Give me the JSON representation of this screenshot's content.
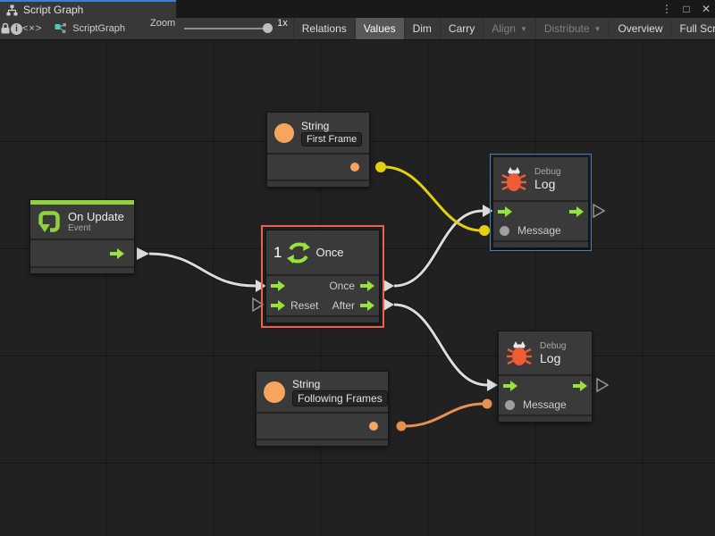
{
  "window": {
    "tab_title": "Script Graph",
    "menu_icon": "⋮",
    "maximize_icon": "□",
    "close_icon": "✕"
  },
  "toolbar": {
    "code_toggle_label": "<×>",
    "graph_name": "ScriptGraph",
    "zoom_label": "Zoom",
    "zoom_value": "1x",
    "dropdown_icon": "▼",
    "buttons": [
      {
        "label": "Relations",
        "active": false,
        "disabled": false
      },
      {
        "label": "Values",
        "active": true,
        "disabled": false
      },
      {
        "label": "Dim",
        "active": false,
        "disabled": false
      },
      {
        "label": "Carry",
        "active": false,
        "disabled": false
      },
      {
        "label": "Align",
        "active": false,
        "disabled": true,
        "dropdown": true
      },
      {
        "label": "Distribute",
        "active": false,
        "disabled": true,
        "dropdown": true
      },
      {
        "label": "Overview",
        "active": false,
        "disabled": false
      },
      {
        "label": "Full Screen",
        "active": false,
        "disabled": false
      }
    ]
  },
  "graph": {
    "nodes": {
      "on_update": {
        "title": "On Update",
        "subtitle": "Event"
      },
      "string_first": {
        "title": "String",
        "value": "First Frame"
      },
      "once": {
        "counter": "1",
        "title": "Once",
        "out_label": "Once",
        "reset_label": "Reset",
        "after_label": "After"
      },
      "debug_log_top": {
        "category": "Debug",
        "title": "Log",
        "message_label": "Message"
      },
      "string_following": {
        "title": "String",
        "value": "Following Frames"
      },
      "debug_log_bottom": {
        "category": "Debug",
        "title": "Log",
        "message_label": "Message"
      }
    },
    "connections": [
      {
        "from": "on_update.output",
        "to": "once.input",
        "color": "#dcdcdc"
      },
      {
        "from": "once.once",
        "to": "debug_log_top.input",
        "color": "#dcdcdc"
      },
      {
        "from": "once.after",
        "to": "debug_log_bottom.input",
        "color": "#dcdcdc"
      },
      {
        "from": "string_first.output",
        "to": "debug_log_top.message",
        "color": "#e3d011"
      },
      {
        "from": "string_following.output",
        "to": "debug_log_bottom.message",
        "color": "#e8914f"
      }
    ],
    "colors": {
      "flow_green": "#97e23d",
      "value_orange": "#f7a55e",
      "selection_red": "#f0604a",
      "selection_blue": "#4a7fb7",
      "event_bar_green": "#8ed13f",
      "bug_red": "#ee5b35",
      "canvas_bg": "#212121",
      "node_bg": "#3a3a3a"
    }
  }
}
